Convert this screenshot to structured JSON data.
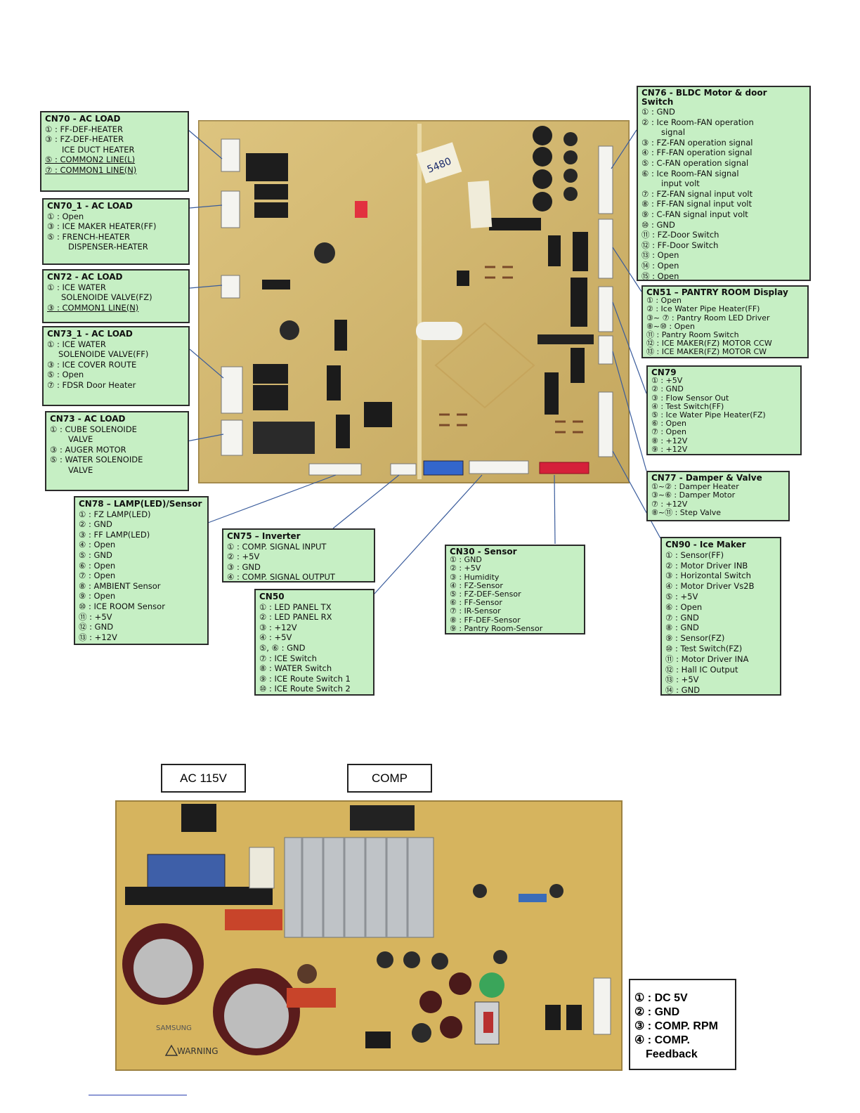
{
  "boxes": [
    {
      "id": "cn70",
      "title": "CN70 - AC LOAD",
      "lines": [
        "① : FF-DEF-HEATER",
        "③ : FZ-DEF-HEATER",
        "    ICE DUCT HEATER",
        "⑤ : COMMON2 LINE(L)",
        "⑦ : COMMON1 LINE(N)"
      ]
    },
    {
      "id": "cn70_1",
      "title": "CN70_1 - AC LOAD",
      "lines": [
        "① : Open",
        "③ : ICE MAKER HEATER(FF)",
        "⑤ : FRENCH-HEATER",
        "      DISPENSER-HEATER"
      ]
    },
    {
      "id": "cn72",
      "title": "CN72 - AC LOAD",
      "lines": [
        "① : ICE WATER",
        "      SOLENOIDE VALVE(FZ)",
        "③ : COMMON1 LINE(N)"
      ]
    },
    {
      "id": "cn73_1",
      "title": "CN73_1 - AC LOAD",
      "lines": [
        "① : ICE WATER",
        "    SOLENOIDE VALVE(FF)",
        "③ : ICE COVER ROUTE",
        "⑤ : Open",
        "⑦ : FDSR Door Heater"
      ]
    },
    {
      "id": "cn73",
      "title": "CN73 - AC LOAD",
      "lines": [
        "① : CUBE SOLENOIDE",
        "      VALVE",
        "③ : AUGER MOTOR",
        "⑤ : WATER SOLENOIDE",
        "      VALVE"
      ]
    },
    {
      "id": "cn78",
      "title": "CN78 – LAMP(LED)/Sensor",
      "lines": [
        "① : FZ LAMP(LED)",
        "② : GND",
        "③ : FF LAMP(LED)",
        "④ : Open",
        "⑤ : GND",
        "⑥ : Open",
        "⑦ : Open",
        "⑧ : AMBIENT Sensor",
        "⑨ : Open",
        "⑩ : ICE ROOM Sensor",
        "⑪ : +5V",
        "⑫ : GND",
        "⑬ : +12V"
      ]
    },
    {
      "id": "cn75",
      "title": "CN75 – Inverter",
      "lines": [
        "① : COMP. SIGNAL INPUT",
        "② : +5V",
        "③ : GND",
        "④ : COMP. SIGNAL OUTPUT"
      ]
    },
    {
      "id": "cn50",
      "title": "CN50",
      "lines": [
        "① : LED PANEL TX",
        "② : LED PANEL RX",
        "③ : +12V",
        "④ : +5V",
        "⑤, ⑥ : GND",
        "⑦ : ICE Switch",
        "⑧ : WATER Switch",
        "⑨ : ICE Route Switch 1",
        "⑩ : ICE Route Switch 2"
      ]
    },
    {
      "id": "cn30",
      "title": "CN30 - Sensor",
      "lines": [
        "① : GND",
        "② : +5V",
        "③ : Humidity",
        "④ : FZ-Sensor",
        "⑤ : FZ-DEF-Sensor",
        "⑥ : FF-Sensor",
        "⑦ : IR-Sensor",
        "⑧ : FF-DEF-Sensor",
        "⑨ : Pantry Room-Sensor"
      ]
    },
    {
      "id": "cn76",
      "title": "CN76 - BLDC Motor & door Switch",
      "lines": [
        "① : GND",
        "② : Ice Room-FAN operation",
        "      signal",
        "③ : FZ-FAN operation signal",
        "④ : FF-FAN operation signal",
        "⑤ : C-FAN operation signal",
        "⑥ : Ice Room-FAN signal",
        "      input volt",
        "⑦ : FZ-FAN signal input volt",
        "⑧ : FF-FAN signal input volt",
        "⑨ : C-FAN signal input volt",
        "⑩ : GND",
        "⑪ : FZ-Door Switch",
        "⑫ : FF-Door Switch",
        "⑬ : Open",
        "⑭ : Open",
        "⑮ : Open"
      ]
    },
    {
      "id": "cn51",
      "title": "CN51 – PANTRY ROOM Display",
      "lines": [
        "① : Open",
        "② : Ice Water Pipe Heater(FF)",
        "③~ ⑦ : Pantry Room LED Driver",
        "⑧~⑩ : Open",
        "⑪ : Pantry Room Switch",
        "⑫ : ICE MAKER(FZ) MOTOR CCW",
        "⑬ : ICE MAKER(FZ) MOTOR CW"
      ]
    },
    {
      "id": "cn79",
      "title": "CN79",
      "lines": [
        "① : +5V",
        "② : GND",
        "③ : Flow Sensor Out",
        "④ : Test Switch(FF)",
        "⑤ : Ice Water Pipe Heater(FZ)",
        "⑥ : Open",
        "⑦ : Open",
        "⑧ : +12V",
        "⑨ : +12V"
      ]
    },
    {
      "id": "cn77",
      "title": "CN77 - Damper & Valve",
      "lines": [
        "①~② : Damper Heater",
        "③~⑥ : Damper Motor",
        "⑦ : +12V",
        "⑧~⑪ : Step Valve"
      ]
    },
    {
      "id": "cn90",
      "title": "CN90 - Ice Maker",
      "lines": [
        "① : Sensor(FF)",
        "② : Motor Driver INB",
        "③ : Horizontal Switch",
        "④ : Motor Driver Vs2B",
        "⑤ : +5V",
        "⑥ : Open",
        "⑦ : GND",
        "⑧ : GND",
        "⑨ : Sensor(FZ)",
        "⑩ : Test Switch(FZ)",
        "⑪ : Motor Driver INA",
        "⑫ : Hall IC Output",
        "⑬ : +5V",
        "⑭ : GND"
      ]
    }
  ],
  "photo_labels": {
    "ac": "AC 115V",
    "comp": "COMP",
    "board_ink": "5480",
    "brand": "SAMSUNG",
    "warning": "WARNING"
  },
  "inverter_pins": [
    "① : DC 5V",
    "② : GND",
    "③ : COMP. RPM",
    "④ : COMP.",
    "    Feedback"
  ],
  "colors": {
    "box_fill": "#c6efc4",
    "pcb": "#d4b46a",
    "leader": "#3a5c9c"
  }
}
